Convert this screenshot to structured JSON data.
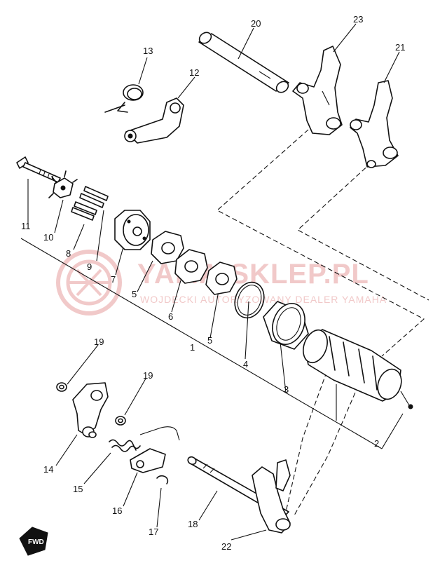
{
  "watermark": {
    "brand": "YAMA-SKLEP.PL",
    "subtitle": "WOJDECKI AUTORYZOWANY DEALER YAMAHA"
  },
  "direction_badge": "FWD",
  "part_numbers": [
    "1",
    "2",
    "3",
    "4",
    "5",
    "5",
    "6",
    "7",
    "8",
    "9",
    "10",
    "11",
    "12",
    "13",
    "14",
    "15",
    "16",
    "17",
    "18",
    "19",
    "19",
    "20",
    "21",
    "22",
    "23"
  ],
  "colors": {
    "ink": "#111111",
    "watermark": "#f1c9c9",
    "background": "#ffffff"
  }
}
